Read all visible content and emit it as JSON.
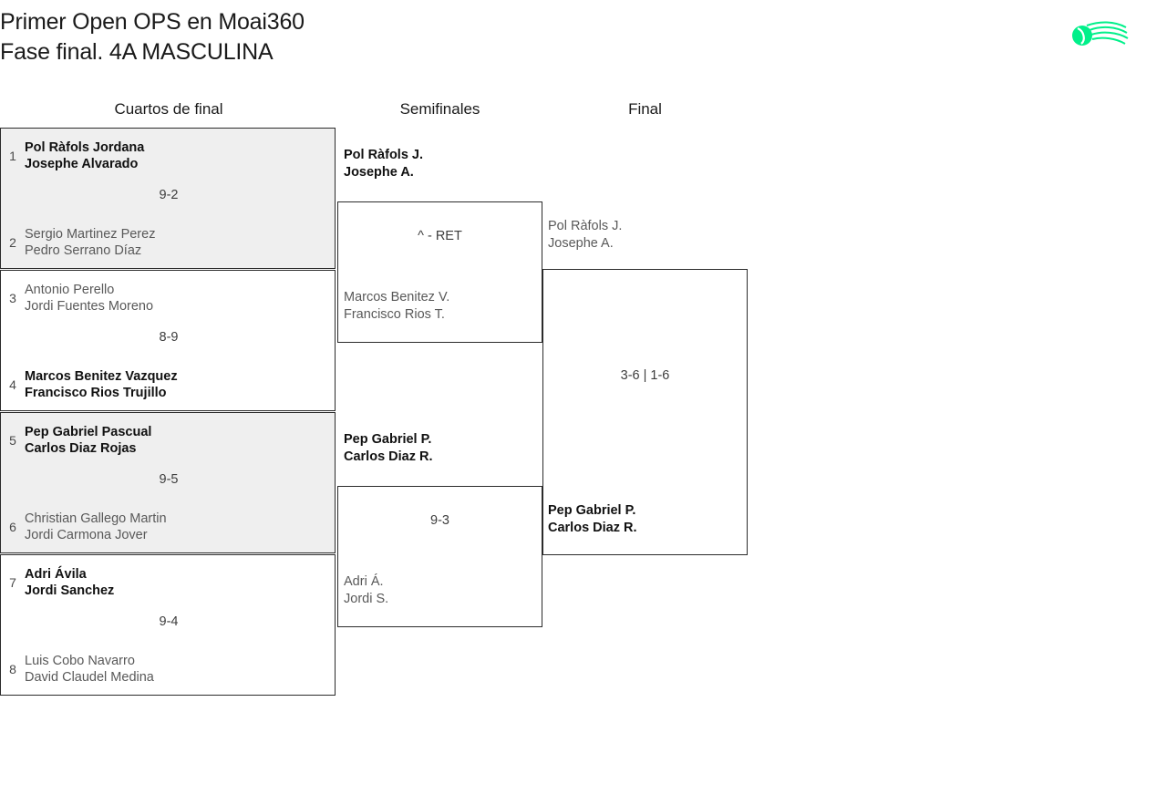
{
  "title": {
    "line1": "Primer Open OPS en Moai360",
    "line2": "Fase final. 4A MASCULINA"
  },
  "logo": {
    "name": "moai360-logo",
    "color": "#00f08a"
  },
  "rounds": {
    "quarterfinals_label": "Cuartos de final",
    "semifinals_label": "Semifinales",
    "final_label": "Final"
  },
  "quarterfinals": [
    {
      "score": "9-2",
      "shaded": true,
      "top": {
        "seed": "1",
        "player1": "Pol Ràfols Jordana",
        "player2": "Josephe Alvarado",
        "result": "winner"
      },
      "bottom": {
        "seed": "2",
        "player1": "Sergio Martinez Perez",
        "player2": "Pedro Serrano Díaz",
        "result": "loser"
      }
    },
    {
      "score": "8-9",
      "shaded": false,
      "top": {
        "seed": "3",
        "player1": "Antonio Perello",
        "player2": "Jordi Fuentes Moreno",
        "result": "loser"
      },
      "bottom": {
        "seed": "4",
        "player1": "Marcos Benitez Vazquez",
        "player2": "Francisco Rios Trujillo",
        "result": "winner"
      }
    },
    {
      "score": "9-5",
      "shaded": true,
      "top": {
        "seed": "5",
        "player1": "Pep Gabriel Pascual",
        "player2": "Carlos Diaz Rojas",
        "result": "winner"
      },
      "bottom": {
        "seed": "6",
        "player1": "Christian Gallego Martin",
        "player2": "Jordi Carmona Jover",
        "result": "loser"
      }
    },
    {
      "score": "9-4",
      "shaded": false,
      "top": {
        "seed": "7",
        "player1": "Adri Ávila",
        "player2": "Jordi Sanchez",
        "result": "winner"
      },
      "bottom": {
        "seed": "8",
        "player1": "Luis Cobo Navarro",
        "player2": "David Claudel Medina",
        "result": "loser"
      }
    }
  ],
  "semifinals": [
    {
      "score": "^ - RET",
      "top": {
        "player1": "Pol Ràfols J.",
        "player2": "Josephe A.",
        "result": "winner"
      },
      "bottom": {
        "player1": "Marcos Benitez V.",
        "player2": "Francisco Rios T.",
        "result": "loser"
      }
    },
    {
      "score": "9-3",
      "top": {
        "player1": "Pep Gabriel P.",
        "player2": "Carlos Diaz R.",
        "result": "winner"
      },
      "bottom": {
        "player1": "Adri Á.",
        "player2": "Jordi S.",
        "result": "loser"
      }
    }
  ],
  "final": {
    "score": "3-6 | 1-6",
    "top": {
      "player1": "Pol Ràfols J.",
      "player2": "Josephe A.",
      "result": "loser"
    },
    "bottom": {
      "player1": "Pep Gabriel P.",
      "player2": "Carlos Diaz R.",
      "result": "winner"
    }
  }
}
